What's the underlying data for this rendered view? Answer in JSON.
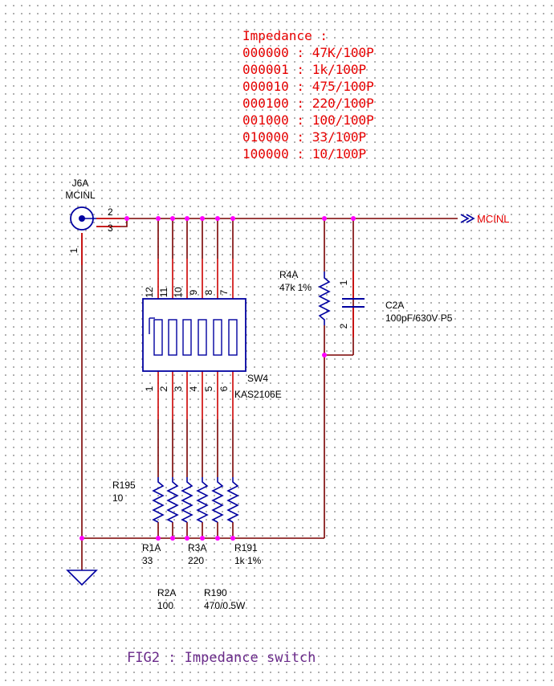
{
  "impedance_table": {
    "title": "Impedance :",
    "rows": [
      "000000 : 47K/100P",
      "000001 : 1k/100P",
      "000010 : 475/100P",
      "000100 : 220/100P",
      "001000 : 100/100P",
      "010000 : 33/100P",
      "100000 : 10/100P"
    ]
  },
  "connector": {
    "ref": "J6A",
    "name": "MCINL",
    "pin_1": "1",
    "pin_2": "2",
    "pin_3": "3"
  },
  "net_label": "MCINL",
  "r4a": {
    "ref": "R4A",
    "value": "47k 1%"
  },
  "c2a": {
    "ref": "C2A",
    "value": "100pF/630V P5",
    "pin_1": "1",
    "pin_2": "2"
  },
  "switch": {
    "ref": "SW4",
    "part": "KAS2106E",
    "top_pins": [
      "12",
      "11",
      "10",
      "9",
      "8",
      "7"
    ],
    "bottom_pins": [
      "1",
      "2",
      "3",
      "4",
      "5",
      "6"
    ]
  },
  "resistors": {
    "r195": {
      "ref": "R195",
      "value": "10"
    },
    "r1a": {
      "ref": "R1A",
      "value": "33"
    },
    "r3a": {
      "ref": "R3A",
      "value": "220"
    },
    "r191": {
      "ref": "R191",
      "value": "1k 1%"
    },
    "r2a": {
      "ref": "R2A",
      "value": "100"
    },
    "r190": {
      "ref": "R190",
      "value": "470/0.5W"
    }
  },
  "caption": "FIG2 : Impedance switch",
  "colors": {
    "wire": "#7a0000",
    "text": "#000000",
    "highlight": "#e60000",
    "part": "#0000a0",
    "junction": "#ff00ff",
    "pin": "#cc0000"
  }
}
